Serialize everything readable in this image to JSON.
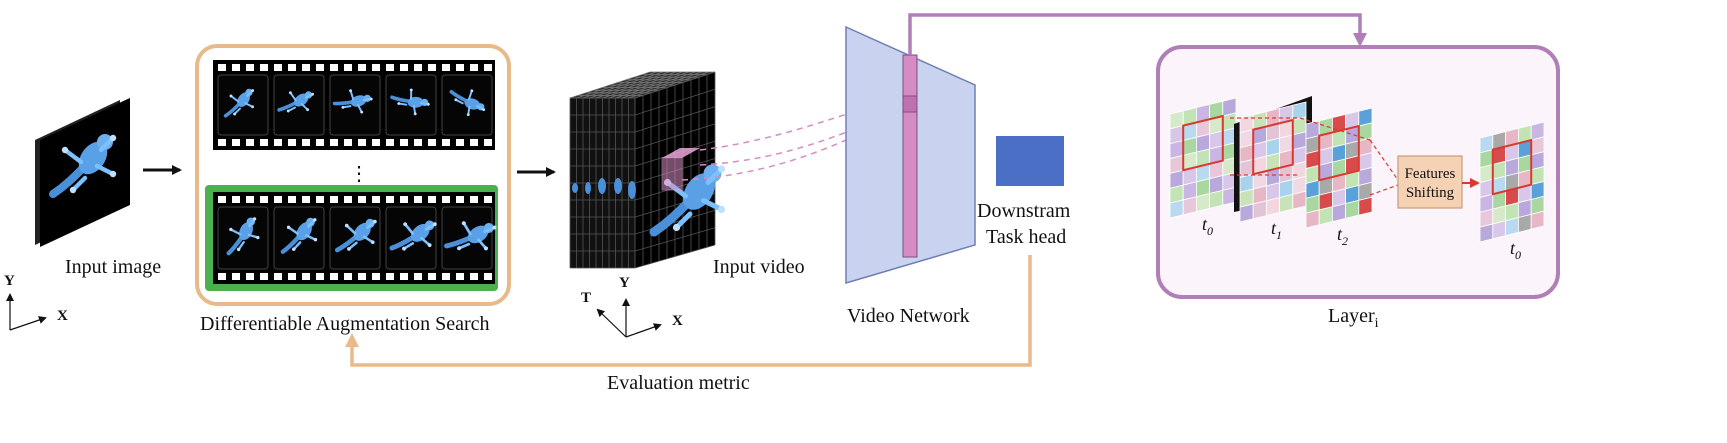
{
  "labels": {
    "input_image": "Input image",
    "das": "Differentiable Augmentation Search",
    "input_video": "Input video",
    "video_network": "Video Network",
    "downstream_line1": "Downstram",
    "downstream_line2": "Task head",
    "evaluation_metric": "Evaluation metric",
    "layer": "Layer",
    "layer_sub": "i",
    "features_line1": "Features",
    "features_line2": "Shifting",
    "ellipsis": "⋮"
  },
  "axes": {
    "image": {
      "y": "Y",
      "x": "X"
    },
    "video": {
      "t": "T",
      "y": "Y",
      "x": "X"
    }
  },
  "time_labels": {
    "t0": {
      "base": "t",
      "sub": "0"
    },
    "t1": {
      "base": "t",
      "sub": "1"
    },
    "t2": {
      "base": "t",
      "sub": "2"
    },
    "t0_out": {
      "base": "t",
      "sub": "0"
    }
  },
  "colors": {
    "orange": "#e8b98a",
    "purple": "#b07fb8",
    "green": "#4caf50",
    "network": "#c9d2ef",
    "network_edge": "#6f7fb4",
    "strip": "#d58cc4",
    "task_head": "#4a6fc4",
    "features_box": "#f6d2b4",
    "layer_bg": "#fbf4fa",
    "red": "#d93a2e",
    "gecko": "#4a90d9"
  },
  "icons": [
    "gecko-icon",
    "arrow-right-icon"
  ]
}
